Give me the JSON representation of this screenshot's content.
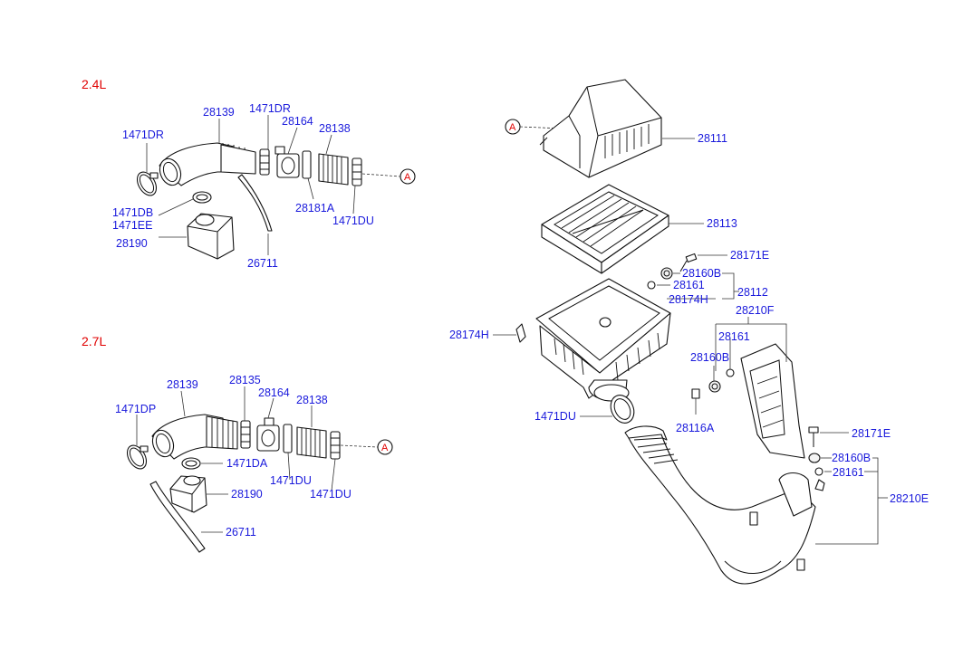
{
  "variants": {
    "v24": "2.4L",
    "v27": "2.7L"
  },
  "reference": "A",
  "colors": {
    "label": "#1a1adc",
    "variant": "#e00000",
    "reference": "#e00000"
  },
  "parts_24": {
    "p1471DR_a": "1471DR",
    "p28139": "28139",
    "p1471DR_b": "1471DR",
    "p28164": "28164",
    "p28138": "28138",
    "p1471DB": "1471DB",
    "p1471EE": "1471EE",
    "p28190": "28190",
    "p26711": "26711",
    "p28181A": "28181A",
    "p1471DU": "1471DU"
  },
  "parts_27": {
    "p1471DP": "1471DP",
    "p28139": "28139",
    "p28135": "28135",
    "p28164": "28164",
    "p28138": "28138",
    "p1471DA": "1471DA",
    "p1471DU_a": "1471DU",
    "p1471DU_b": "1471DU",
    "p28190": "28190",
    "p26711": "26711"
  },
  "parts_right": {
    "p28111": "28111",
    "p28113": "28113",
    "p28171E_a": "28171E",
    "p28160B_a": "28160B",
    "p28161_a": "28161",
    "p28174H_a": "28174H",
    "p28112": "28112",
    "p28210F": "28210F",
    "p28174H_b": "28174H",
    "p28161_b": "28161",
    "p28160B_b": "28160B",
    "p1471DU": "1471DU",
    "p28116A": "28116A",
    "p28171E_b": "28171E",
    "p28160B_c": "28160B",
    "p28161_c": "28161",
    "p28210E": "28210E"
  }
}
